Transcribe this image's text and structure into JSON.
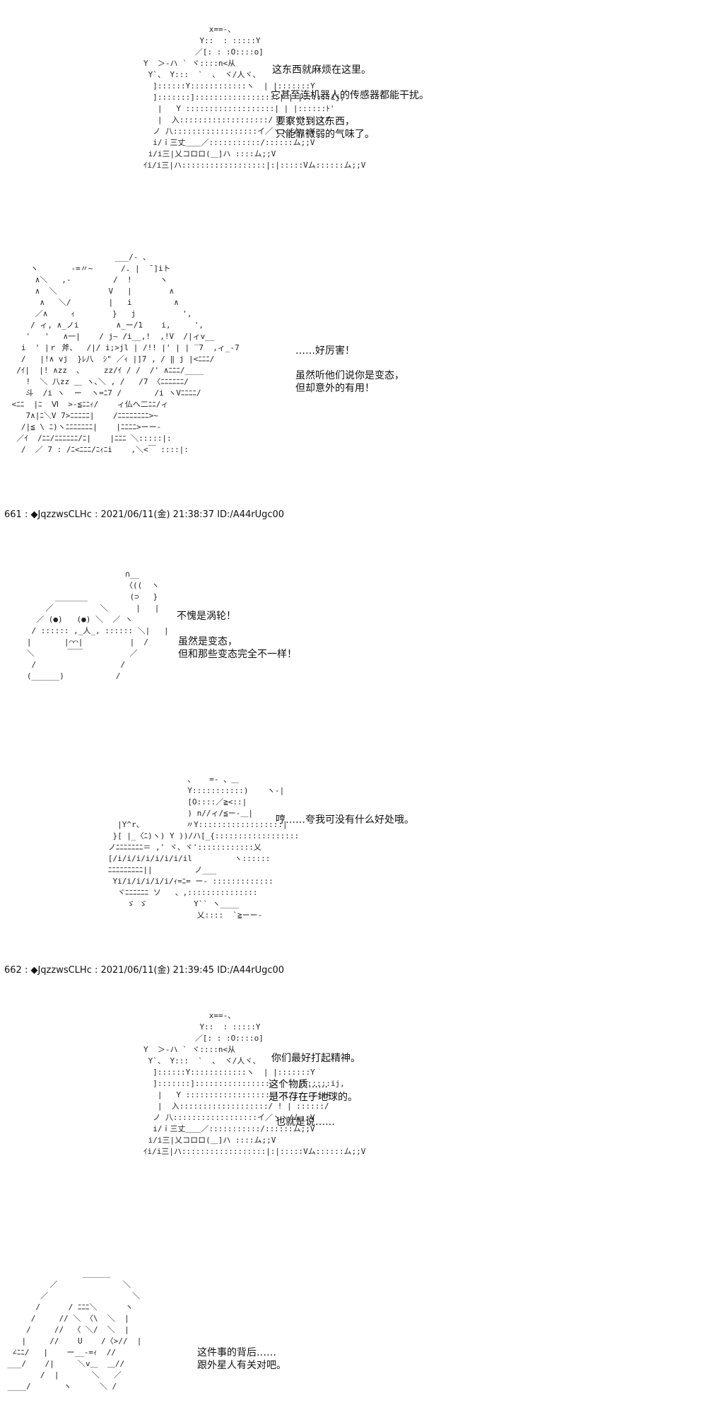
{
  "posts": [
    {
      "header": "661 : ◆JqzzwsCLHc : 2021/06/11(金) 21:38:37 ID:/A44rUgc00"
    },
    {
      "header": "662 : ◆JqzzwsCLHc : 2021/06/11(金) 21:39:45 ID:/A44rUgc00"
    }
  ],
  "panels": [
    {
      "art": "                      x==-、\n                    Y::  : :::::Y\n                   ／[: : :O::::o]\n        Y  ＞-ハ ` ヾ::::n<从\n         Y`、 Y:::  `  、 ヾ/人ヾ、\n          ]::::::Y::::::::::::ヽ  | |:::::::Y\n          ]:::::::]::::::::::::::::::| | |::::::ij,\n           |   Y :::::::::::::::::::| | |::::::ﾄ'\n           |  入:::::::::::::::::::/ ! | ::::::/\n          ノ 八::::::::::::::::::イ／ヽヽ/ム;;V\n          i/ｉ三丈＿＿／:::::::::::/::::::ム;;V\n         i/i三|乂コロロ(＿]ハ ::::ム;;V\n        ｲi/i三|ハ::::::::::::::::::|:|:::::Vム::::::ム;;V",
      "lines": [
        "这东西就麻烦在这里。",
        "它甚至连机器人的传感器都能干扰。",
        "要察觉到这东西，\n只能靠微弱的气味了。"
      ]
    },
    {
      "art": "                       ___/- 、\n     ヽ       -=〃~      /. |  ̄ ]iト\n      ∧＼   ,-         /  !      ヽ\n      ∧  ＼           V   |        ∧\n       ∧   ＼/        |   i         ∧\n      ／∧     ｨ        }   j          ',\n     / ィ, ∧_ノi        ∧_ー/1    i,     ',\n    '   '   ∧一|    / j~ /i__,!  ,!V  /|ィv__\n   i  ' |ｒ 斧、  /|/ i;>jl | /!! |' | | ‾7  ,ィ_-7\n   /   |!∧ vj  }ﾚ八  ｼ\" ／ｨ |]7 , / ‖ j |<ﾆﾆﾆ/\n  /ｲ|  |! ∧zz  ､     zz/ｲ / /  /' ∧ﾆﾆﾆ/____\n    !  ＼ 八zz ＿ ヽ､＼ , /   /7 〈ﾆﾆﾆﾆﾆﾆ/\n    斗  /i ヽ  ー  ヽ=ﾆ7 /       /i ヽVﾆﾆﾆﾆ/\n <ﾆﾆ  |ﾆ  Ⅵ  >-≦ﾆﾆｨ/    ィ仏へ二ﾆﾆ/ィ\n    7∧|ﾆ＼V 7>ﾆﾆﾆﾆﾆ|    /ﾆﾆﾆﾆﾆﾆﾆﾆ>~\n   /|≦ \\ ﾆ)ヽﾆﾆﾆﾆﾆﾆﾆ|    |ﾆﾆﾆﾆ>ーー‐\n  ／ｲ  /ﾆﾆ/ﾆﾆﾆﾆﾆﾆ/ﾆ|    |ﾆﾆﾆ ＼:::::|:\n   /  ／ 7 : /ﾆ<ﾆﾆﾆ/ﾆｨﾆi    ,＼<￣ ::::|:",
      "lines": [
        "……好厉害！",
        "虽然听他们说你是变态，\n但却意外的有用！"
      ]
    },
    {
      "art": "                        ∩__\n                        〈((  ヽ\n         _______         (⊃   }\n       ／          ＼      |   |\n     ／ (●)   (●) ＼  ／ ヽ\n    / :::::: ,_人_, :::::: ＼|   |\n   |       |⌒⌒|          |  /\n   ＼       ￣￣          ／\n    /                  /\n   (______)           /",
      "lines": [
        "不愧是涡轮！",
        "虽然是变态，\n但和那些变态完全不一样！"
      ]
    },
    {
      "art": "                            、   =- 、＿\n                            Y:::::::::::)    ヽ‐|\n                            [O::::／≧<::|\n                            ) n//ィ/≦ー-＿|\n             |Y^r、         〃Y::::::::::::::::::|\n            }[ |_〈ﾆ)ヽ) Y ))/ハ[_{::::::::::::::::::\n           ノﾆﾆﾆﾆﾆﾆﾆ＝ ,' ヾ、ヾ'::::::::::::乂\n           [/i/i/i/i/i/i/i/il         ヽ::::::\n           ﾆﾆﾆﾆﾆﾆﾆﾆﾆ||         ノ___\n            Yi/i/i/i/i/i/ｨ=ﾆ= ー‐ :::::::::::::\n             ヾﾆﾆﾆﾆﾆﾆ ソ   、,:::::::::::::::\n               ゞ ゞ          Y`` ヽ____\n                              乂::::  `≧ーー‐",
      "lines": [
        "哼……夸我可没有什么好处哦。"
      ]
    },
    {
      "art": "                      x==-、\n                    Y::  : :::::Y\n                   ／[: : :O::::o]\n        Y  ＞-ハ ` ヾ::::n<从\n         Y`、 Y:::  `  、 ヾ/人ヾ、\n          ]::::::Y::::::::::::ヽ  | |:::::::Y\n          ]:::::::]::::::::::::::::::| | |::::::ij,\n           |   Y :::::::::::::::::::| | |::::::ﾄ'\n           |  入:::::::::::::::::::/ ! | ::::::/\n          ノ 八::::::::::::::::::イ／ヽヽ/ム;;V\n          i/ｉ三丈＿＿／:::::::::::/::::::ム;;V\n         i/i三|乂コロロ(＿]ハ ::::ム;;V\n        ｲi/i三|ハ::::::::::::::::::|:|:::::Vム::::::ム;;V",
      "lines": [
        "你们最好打起精神。",
        "这个物质……\n是不存在于地球的。",
        "也就是说……"
      ]
    },
    {
      "art": "                 ______\n          ／              ＼\n        ／                  ＼\n       /      / ﾆﾆﾆ＼      ヽ\n      /     // ＼ 〈\\  ＼  |\n     /     //  〈 ＼/  ＼  |\n    |     //    U    /〈>//  |\n  ∠ﾆﾆ/   |    ー__‐=ｨ  //\n ___/    /|     ＼v＿  ＿//\n        /  |       ＼   ／\n ____/       ヽ      ＼ /",
      "lines": [
        "这件事的背后……\n跟外星人有关对吧。"
      ]
    }
  ]
}
